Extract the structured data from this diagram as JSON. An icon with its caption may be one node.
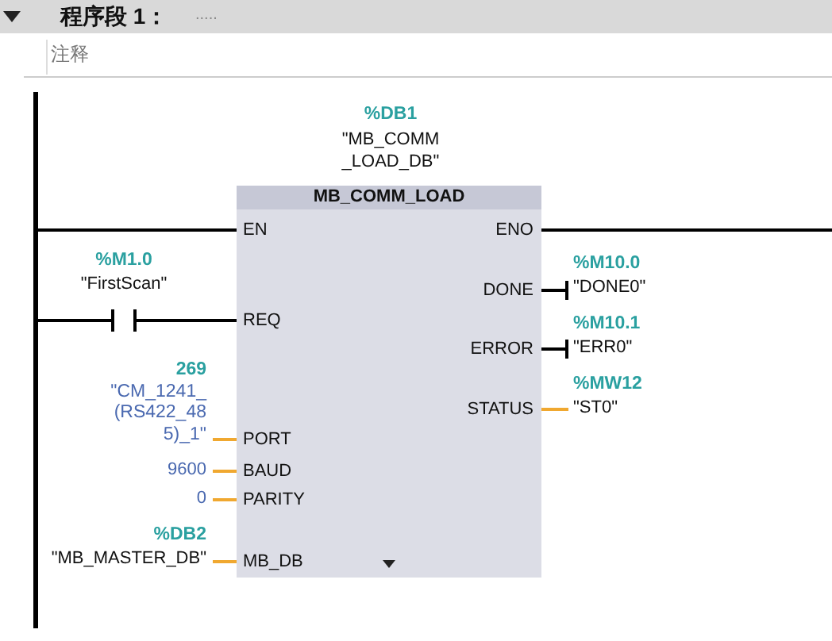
{
  "diagram": {
    "title": "程序段 1：",
    "nodes": [
      {
        "text": [
          "MB_COMM_LOAD"
        ],
        "beside": [
          "%DB1",
          "\"MB_COMM_LOAD_DB\""
        ]
      },
      {
        "text": [
          "EN"
        ],
        "in": 0
      },
      {
        "text": [
          "REQ"
        ],
        "in": 0
      },
      {
        "text": [
          "PORT"
        ],
        "in": 0
      },
      {
        "text": [
          "BAUD"
        ],
        "in": 0
      },
      {
        "text": [
          "PARITY"
        ],
        "in": 0
      },
      {
        "text": [
          "MB_DB"
        ],
        "in": 0
      },
      {
        "text": [
          "ENO"
        ],
        "in": 0
      },
      {
        "text": [
          "DONE"
        ],
        "in": 0
      },
      {
        "text": [
          "ERROR"
        ],
        "in": 0
      },
      {
        "text": [
          "STATUS"
        ],
        "in": 0
      },
      {
        "text": [],
        "shape": "contact",
        "beside": [
          "%M1.0",
          "\"FirstScan\""
        ]
      },
      {
        "text": [
          "269",
          "\"CM_1241_(RS422_485)_1\""
        ]
      },
      {
        "text": [
          "9600"
        ]
      },
      {
        "text": [
          "0"
        ]
      },
      {
        "text": [
          "%DB2",
          "\"MB_MASTER_DB\""
        ]
      },
      {
        "text": [
          "%M10.0",
          "\"DONE0\""
        ]
      },
      {
        "text": [
          "%M10.1",
          "\"ERR0\""
        ]
      },
      {
        "text": [
          "%MW12",
          "\"ST0\""
        ]
      }
    ],
    "edges": [
      {
        "from": null,
        "to": 1,
        "arrow": "none"
      },
      {
        "from": null,
        "to": 11,
        "arrow": "none"
      },
      {
        "from": 11,
        "to": 2,
        "arrow": "none"
      },
      {
        "from": 12,
        "to": 3,
        "arrow": "none",
        "color": "#f0a830"
      },
      {
        "from": 13,
        "to": 4,
        "arrow": "none",
        "color": "#f0a830"
      },
      {
        "from": 14,
        "to": 5,
        "arrow": "none",
        "color": "#f0a830"
      },
      {
        "from": 15,
        "to": 6,
        "arrow": "none",
        "color": "#f0a830"
      },
      {
        "from": 7,
        "to": null,
        "arrow": "none"
      },
      {
        "from": 8,
        "to": 16,
        "arrow": "other"
      },
      {
        "from": 9,
        "to": 17,
        "arrow": "other"
      },
      {
        "from": 10,
        "to": 18,
        "arrow": "none",
        "color": "#f0a830"
      }
    ],
    "labels": [
      ".....",
      "注释"
    ]
  }
}
